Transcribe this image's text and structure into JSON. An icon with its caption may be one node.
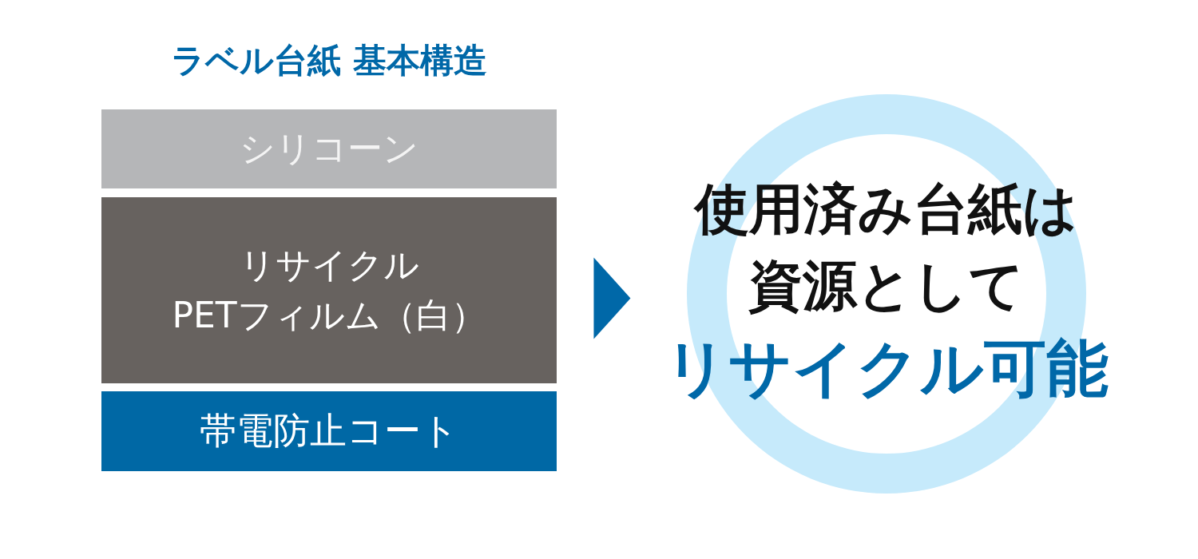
{
  "diagram": {
    "title": "ラベル台紙 基本構造",
    "nodes": [
      {
        "text": [
          "シリコーン"
        ]
      },
      {
        "text": [
          "リサイクルPETフィルム（白）"
        ]
      },
      {
        "text": [
          "帯電防止コート"
        ]
      },
      {
        "text": [
          "使用済み台紙は資源として",
          "リサイクル可能"
        ]
      }
    ],
    "edges": [
      {
        "from": 1,
        "to": 3,
        "arrow": "to"
      }
    ]
  }
}
